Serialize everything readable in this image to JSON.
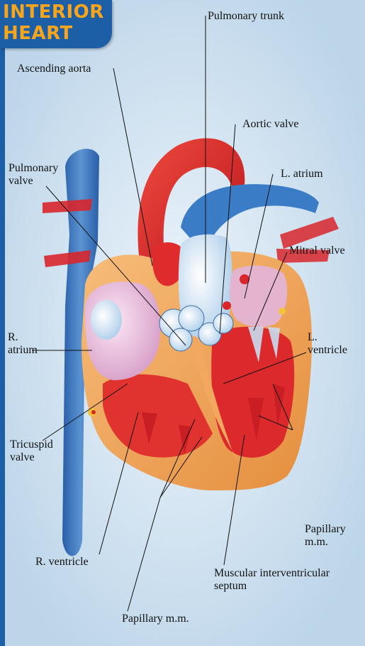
{
  "title": {
    "line1": "INTERIOR",
    "line2": "HEART"
  },
  "labels": {
    "pulmonary_trunk": "Pulmonary trunk",
    "ascending_aorta": "Ascending aorta",
    "aortic_valve": "Aortic valve",
    "pulmonary_valve": [
      "Pulmonary",
      "valve"
    ],
    "l_atrium": "L. atrium",
    "mitral_valve": "Mitral valve",
    "r_atrium": [
      "R.",
      "atrium"
    ],
    "l_ventricle": [
      "L.",
      "ventricle"
    ],
    "tricuspid_valve": [
      "Tricuspid",
      "valve"
    ],
    "papillary_right": [
      "Papillary",
      "m.m."
    ],
    "r_ventricle": "R. ventricle",
    "muscular_septum": [
      "Muscular interventricular",
      "septum"
    ],
    "papillary_bottom": "Papillary m.m."
  },
  "colors": {
    "background": "#cde0ee",
    "title_box": "#1d5fa6",
    "title_text": "#f7a51c",
    "artery_red": "#d8262c",
    "vein_blue": "#2f6fb8",
    "myocardium_orange": "#f0a35a"
  }
}
